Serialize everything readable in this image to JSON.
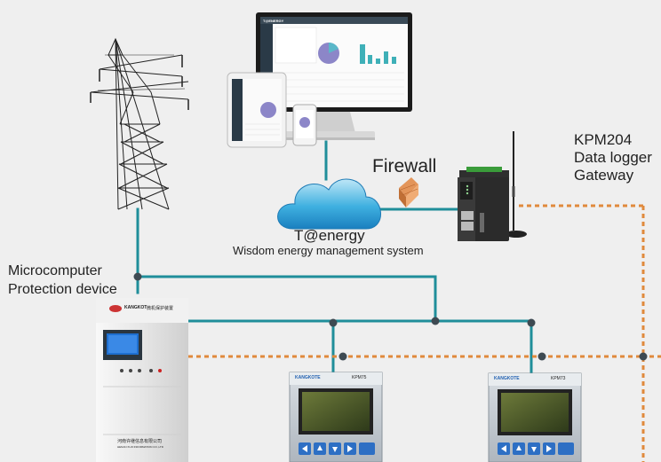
{
  "labels": {
    "firewall": "Firewall",
    "cloud_title": "T@energy",
    "cloud_subtitle": "Wisdom energy management system",
    "gateway_lines": [
      "KPM204",
      "Data logger",
      "Gateway"
    ],
    "protection_lines": [
      "Microcomputer",
      "Protection device"
    ]
  },
  "devices": {
    "protection_device": {
      "brand": "KANGKOT",
      "model": "微机保护装置",
      "company_cn": "河南许继信息有限公司",
      "company_en": "HENAN XUJI INFORMATION CO.,LTD"
    },
    "meters": [
      {
        "brand": "KANGKOTE",
        "model": "KPM75"
      },
      {
        "brand": "KANGKOTE",
        "model": "KPM73"
      }
    ],
    "monitor_app": {
      "logo": "T@ENERGY"
    }
  },
  "colors": {
    "bus_line": "#1f8e9a",
    "rs485_dashed": "#e08a3c",
    "node": "#3e4a52",
    "background": "#efefef"
  }
}
